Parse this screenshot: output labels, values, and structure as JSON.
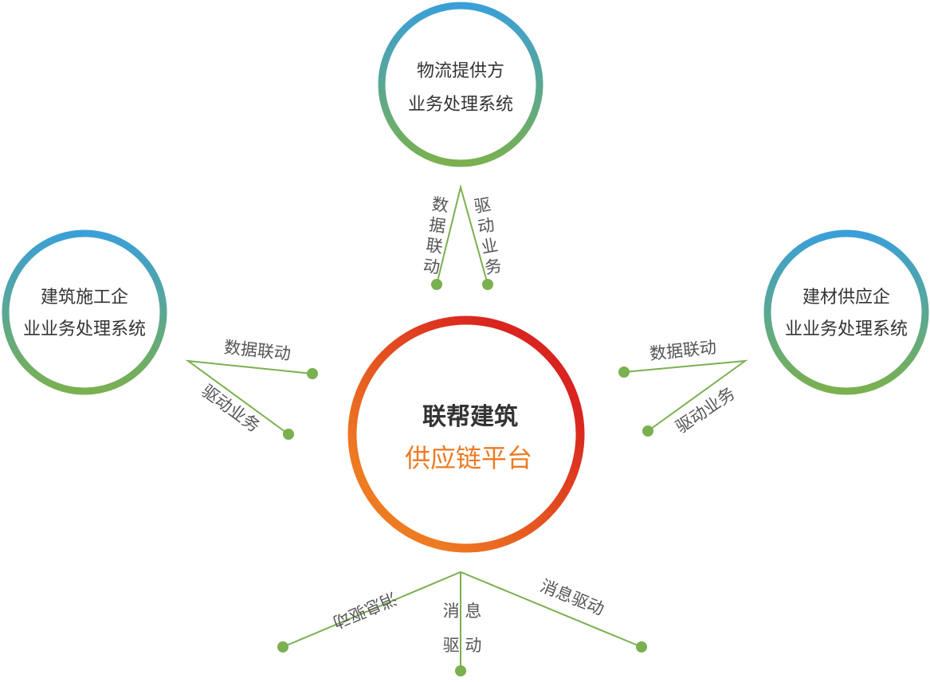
{
  "colors": {
    "ring_top": "#3a9fd8",
    "ring_bottom": "#7ab04f",
    "center_top": "#d9241f",
    "center_bottom": "#ee7a22",
    "connector": "#7ab04f"
  },
  "nodes": {
    "top": {
      "line1": "物流提供方",
      "line2": "业务处理系统"
    },
    "left": {
      "line1": "建筑施工企",
      "line2": "业业务处理系统"
    },
    "right": {
      "line1": "建材供应企",
      "line2": "业业务处理系统"
    }
  },
  "center": {
    "line1": "联帮建筑",
    "line2": "供应链平台"
  },
  "labels": {
    "top_data": [
      "数",
      "据",
      "联",
      "动"
    ],
    "top_drive": [
      "驱",
      "动",
      "业",
      "务"
    ],
    "left_data": "数据联动",
    "left_drive": "驱动业务",
    "right_data": "数据联动",
    "right_drive": "驱动业务",
    "bottom_left": "消息驱动",
    "bottom_mid_1": "消 息",
    "bottom_mid_2": "驱 动",
    "bottom_right": "消息驱动"
  }
}
